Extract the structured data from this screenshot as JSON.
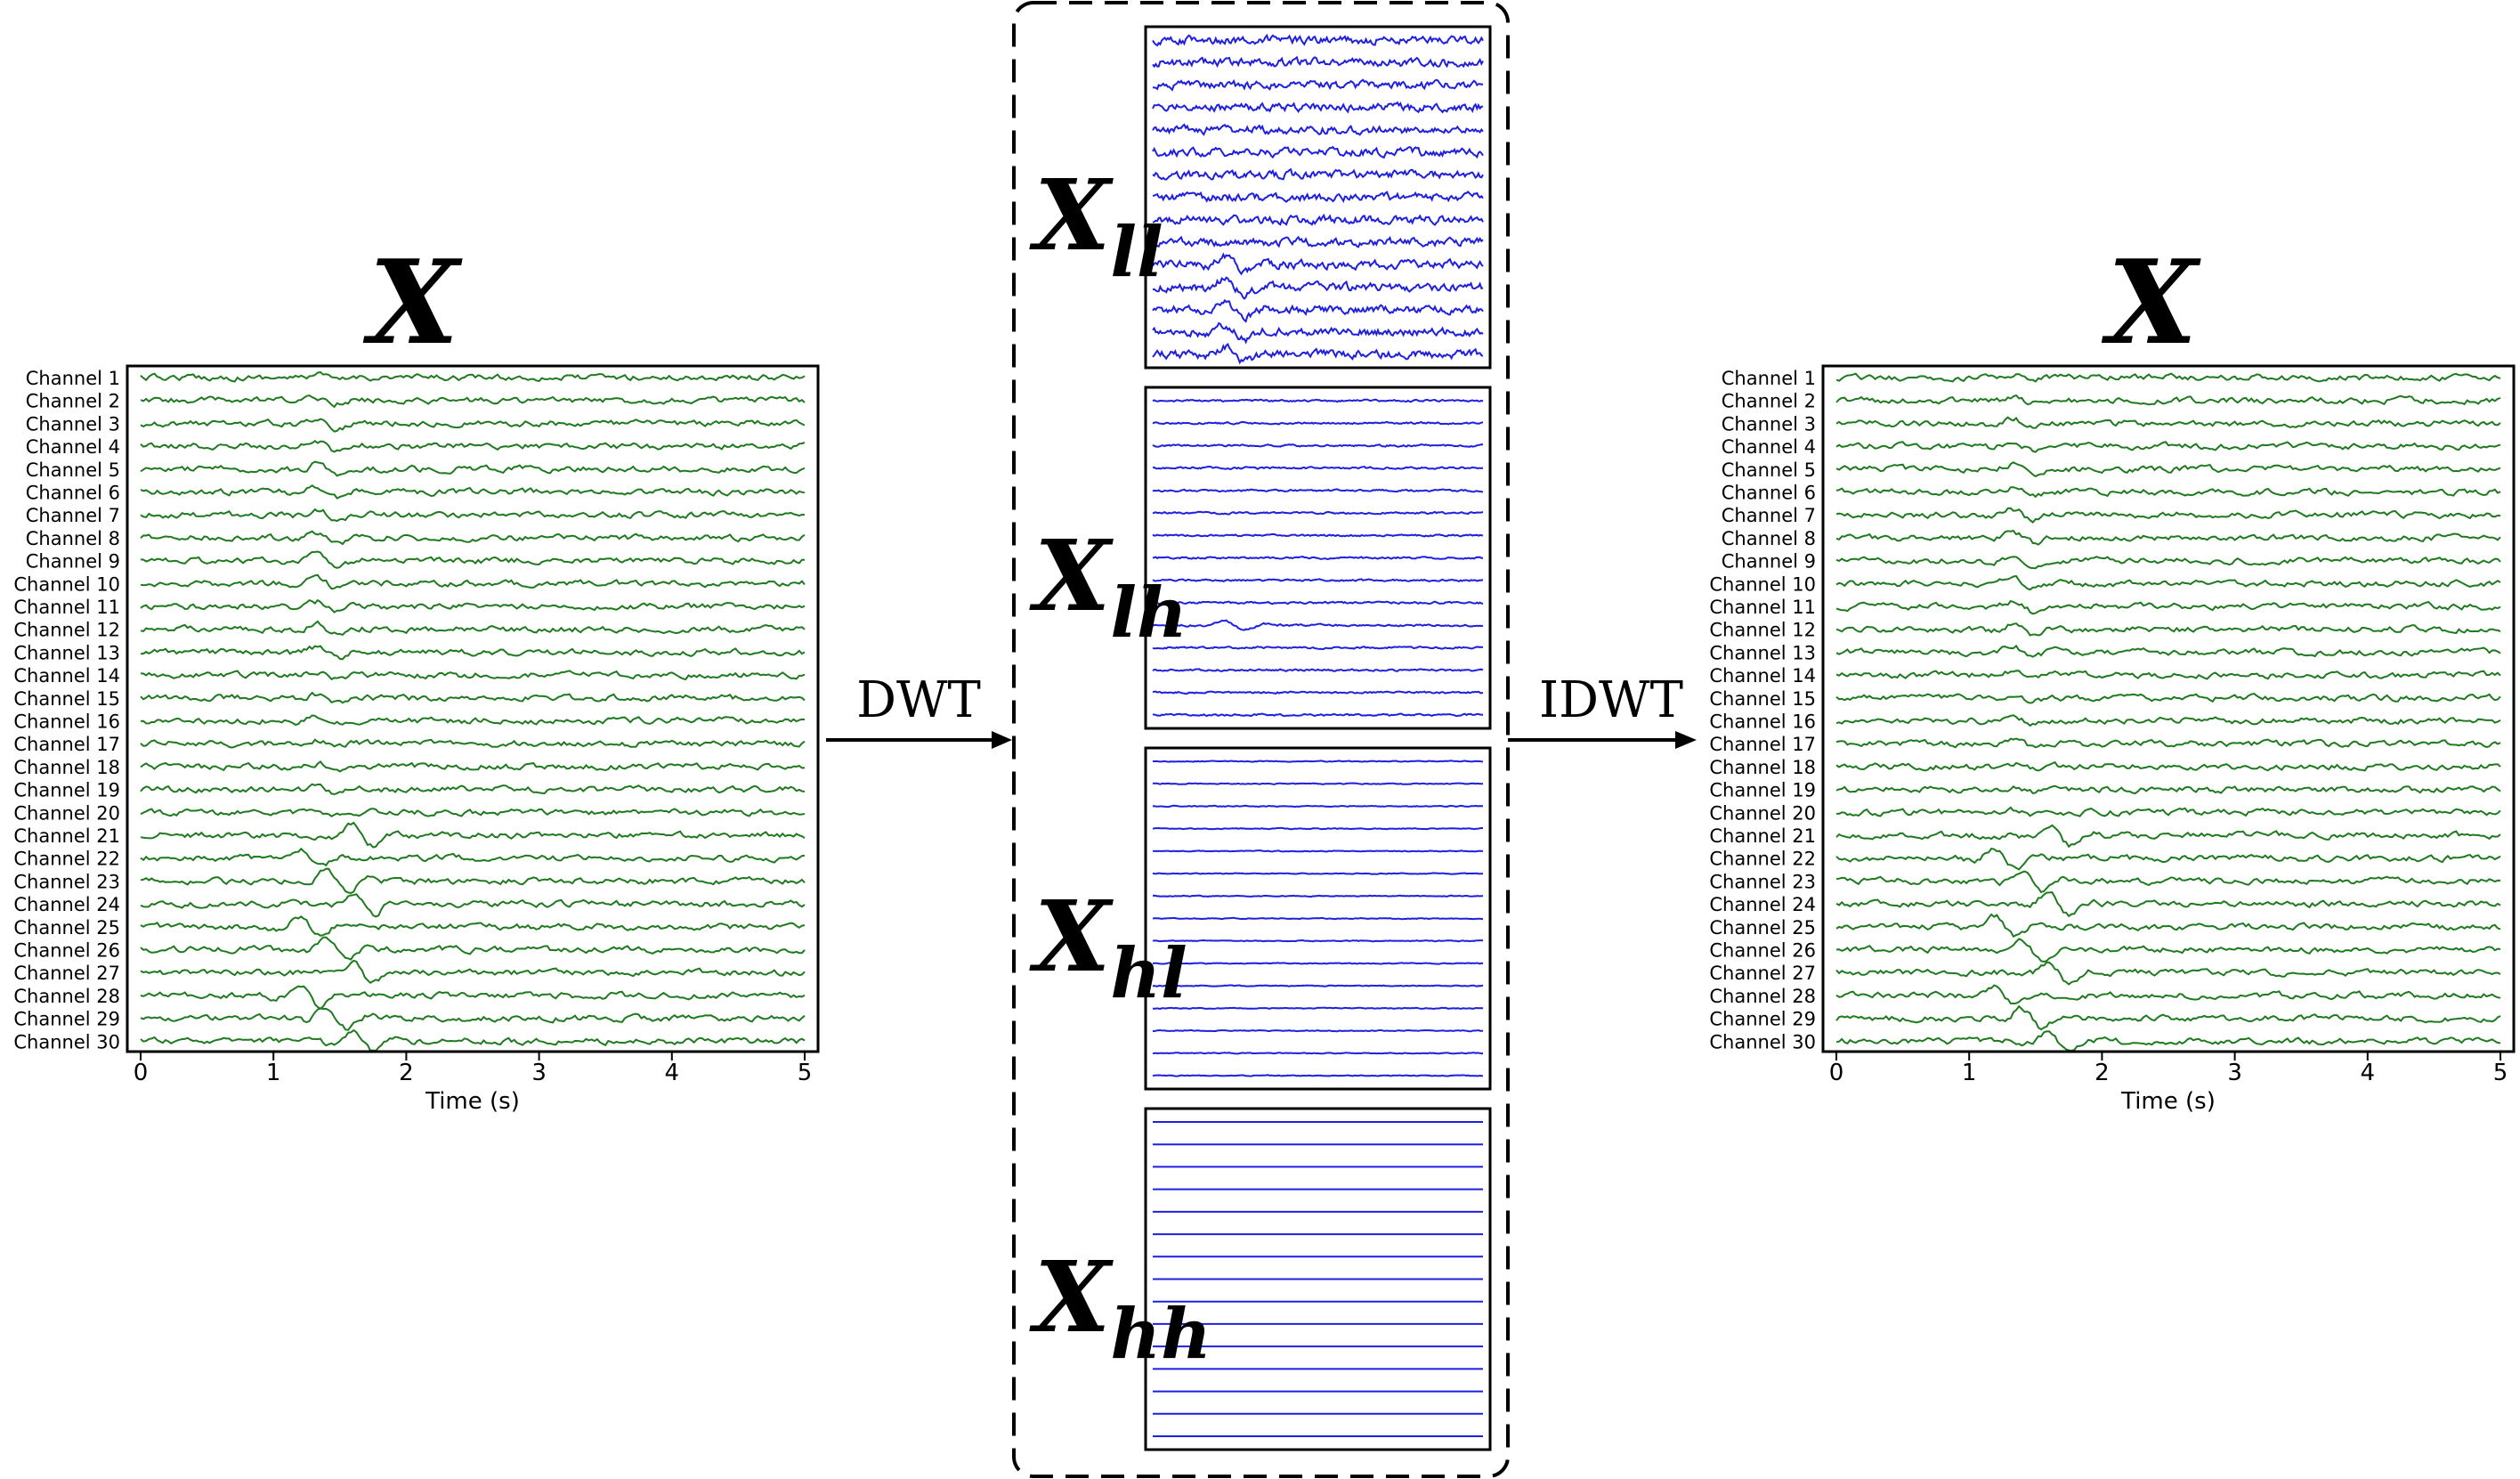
{
  "left_panel": {
    "title": "X",
    "channels": [
      "Channel 1",
      "Channel 2",
      "Channel 3",
      "Channel 4",
      "Channel 5",
      "Channel 6",
      "Channel 7",
      "Channel 8",
      "Channel 9",
      "Channel 10",
      "Channel 11",
      "Channel 12",
      "Channel 13",
      "Channel 14",
      "Channel 15",
      "Channel 16",
      "Channel 17",
      "Channel 18",
      "Channel 19",
      "Channel 20",
      "Channel 21",
      "Channel 22",
      "Channel 23",
      "Channel 24",
      "Channel 25",
      "Channel 26",
      "Channel 27",
      "Channel 28",
      "Channel 29",
      "Channel 30"
    ],
    "x_ticks": [
      "0",
      "1",
      "2",
      "3",
      "4",
      "5"
    ],
    "x_label": "Time (s)"
  },
  "right_panel": {
    "title": "X",
    "channels": [
      "Channel 1",
      "Channel 2",
      "Channel 3",
      "Channel 4",
      "Channel 5",
      "Channel 6",
      "Channel 7",
      "Channel 8",
      "Channel 9",
      "Channel 10",
      "Channel 11",
      "Channel 12",
      "Channel 13",
      "Channel 14",
      "Channel 15",
      "Channel 16",
      "Channel 17",
      "Channel 18",
      "Channel 19",
      "Channel 20",
      "Channel 21",
      "Channel 22",
      "Channel 23",
      "Channel 24",
      "Channel 25",
      "Channel 26",
      "Channel 27",
      "Channel 28",
      "Channel 29",
      "Channel 30"
    ],
    "x_ticks": [
      "0",
      "1",
      "2",
      "3",
      "4",
      "5"
    ],
    "x_label": "Time (s)"
  },
  "arrows": {
    "forward_label": "DWT",
    "inverse_label": "IDWT"
  },
  "subbands": [
    {
      "base": "X",
      "subscript": "ll",
      "amplitude": 1.0
    },
    {
      "base": "X",
      "subscript": "lh",
      "amplitude": 0.25
    },
    {
      "base": "X",
      "subscript": "hl",
      "amplitude": 0.12
    },
    {
      "base": "X",
      "subscript": "hh",
      "amplitude": 0.0
    }
  ],
  "colors": {
    "eeg_trace": "#1f7a1f",
    "subband_trace": "#1f1fe0",
    "frame": "#000000"
  }
}
